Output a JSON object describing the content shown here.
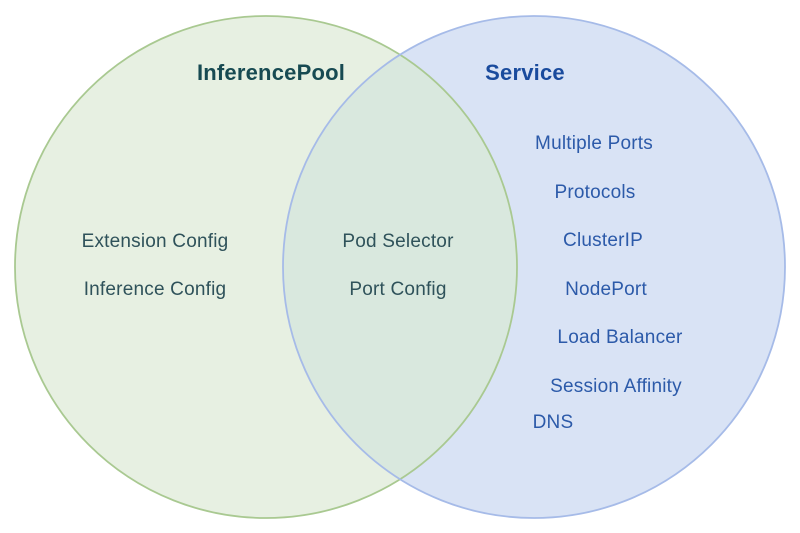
{
  "venn": {
    "left": {
      "title": "InferencePool",
      "items": [
        "Extension Config",
        "Inference Config"
      ]
    },
    "overlap": {
      "items": [
        "Pod Selector",
        "Port Config"
      ]
    },
    "right": {
      "title": "Service",
      "items": [
        "Multiple Ports",
        "Protocols",
        "ClusterIP",
        "NodePort",
        "Load Balancer",
        "Session Affinity",
        "DNS"
      ]
    },
    "colors": {
      "left_fill": "#e7f0e2",
      "left_stroke": "#a9c991",
      "right_fill": "#d9e3f5",
      "right_stroke": "#a6bbe8",
      "overlap_fill": "#d9e8de",
      "left_title_text": "#174a52",
      "left_item_text": "#2f525a",
      "right_title_text": "#1a4b9d",
      "right_item_text": "#2c5aa9"
    }
  }
}
